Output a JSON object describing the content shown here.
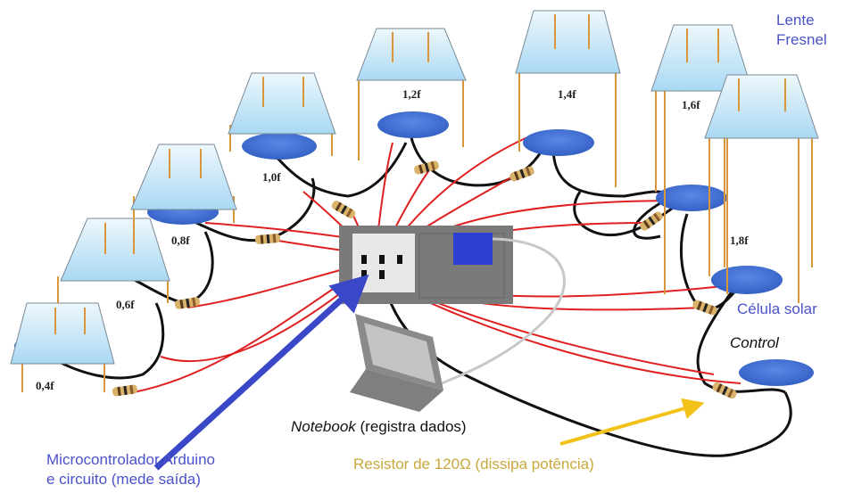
{
  "colors": {
    "label_blue": "#4a52c8",
    "label_gold": "#c8a83c",
    "wire_red": "#e02020",
    "wire_black": "#111111",
    "cell_blue": "#3f6fd6",
    "lens_fill": "#bfe3f7",
    "arrow_blue": "#3a48c8",
    "arrow_gold": "#f2c21a"
  },
  "distances": {
    "d04": "0,4f",
    "d06": "0,6f",
    "d08": "0,8f",
    "d10": "1,0f",
    "d12": "1,2f",
    "d14": "1,4f",
    "d16": "1,6f",
    "d18": "1,8f"
  },
  "labels": {
    "lens_line1": "Lente",
    "lens_line2": "Fresnel",
    "solar_cell": "Célula solar",
    "control": "Control",
    "notebook_italic": "Notebook",
    "notebook_rest": " (registra dados)",
    "arduino_line1": "Microcontrolador Arduino",
    "arduino_line2": "e circuito (mede saída)",
    "resistor": "Resistor de 120Ω (dissipa potência)"
  },
  "icons": {
    "lens": "fresnel-lens-icon",
    "cell": "solar-cell-icon",
    "resistor": "resistor-icon",
    "board": "arduino-board-icon",
    "laptop": "laptop-icon"
  }
}
